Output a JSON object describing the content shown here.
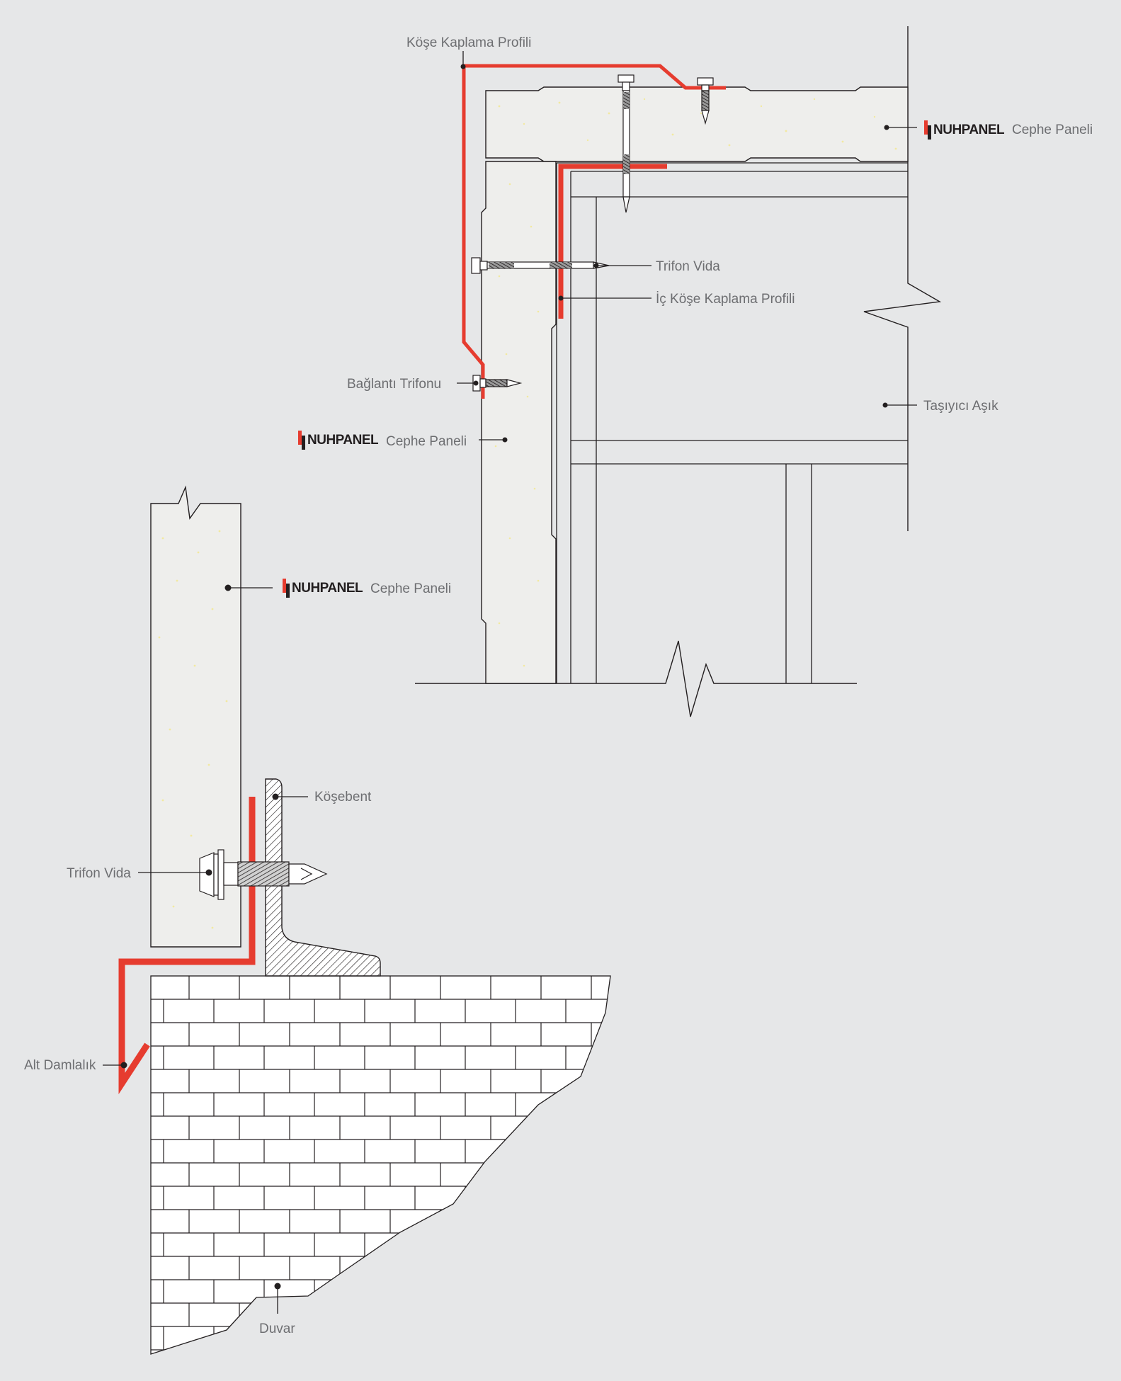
{
  "colors": {
    "background": "#e6e7e8",
    "accent_red": "#e63c2f",
    "line": "#231f20",
    "label_gray": "#6d6e71",
    "foam_speckle": "#f2e9a0"
  },
  "brand": {
    "logo_text": "NUHPANEL",
    "icon": "nuhpanel-logo-mark"
  },
  "labels": {
    "kose_kaplama_profili": "Köşe Kaplama Profili",
    "cephe_paneli_top_right": "Cephe Paneli",
    "trifon_vida_top": "Trifon Vida",
    "ic_kose_kaplama_profili": "İç Köşe Kaplama Profili",
    "baglanti_trifonu": "Bağlantı Trifonu",
    "tasiyici_asik": "Taşıyıcı Aşık",
    "cephe_paneli_middle": "Cephe Paneli",
    "cephe_paneli_bottom": "Cephe Paneli",
    "kosebent": "Köşebent",
    "trifon_vida_bottom": "Trifon Vida",
    "alt_damlalik": "Alt Damlalık",
    "duvar": "Duvar"
  }
}
